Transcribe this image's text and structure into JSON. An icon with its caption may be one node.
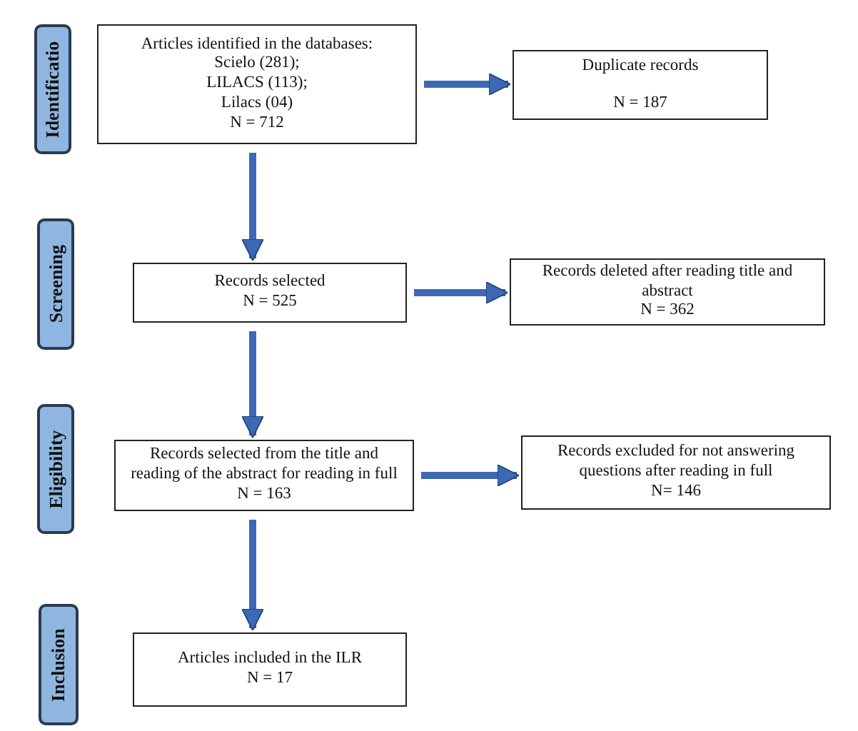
{
  "diagram": {
    "nodes": [
      {
        "text": [
          "Identificatio"
        ]
      },
      {
        "text": [
          "Articles identified in the databases:",
          "Scielo (281);",
          "LILACS (113);",
          "Lilacs (04)",
          "N = 712"
        ]
      },
      {
        "text": [
          "Duplicate records",
          "N = 187"
        ]
      },
      {
        "text": [
          "Screening"
        ]
      },
      {
        "text": [
          "Records selected",
          "N = 525"
        ]
      },
      {
        "text": [
          "Records deleted after reading title and abstract",
          "N = 362"
        ]
      },
      {
        "text": [
          "Eligibility"
        ]
      },
      {
        "text": [
          "Records selected from the title and reading of the abstract for reading in full",
          "N = 163"
        ]
      },
      {
        "text": [
          "Records excluded for not answering questions after reading in full",
          "N= 146"
        ]
      },
      {
        "text": [
          "Inclusion"
        ]
      },
      {
        "text": [
          "Articles included in the ILR",
          "N = 17"
        ]
      }
    ],
    "edges": [
      {
        "from": 1,
        "to": 2,
        "arrow": "to"
      },
      {
        "from": 1,
        "to": 4,
        "arrow": "to"
      },
      {
        "from": 4,
        "to": 5,
        "arrow": "to"
      },
      {
        "from": 4,
        "to": 7,
        "arrow": "to"
      },
      {
        "from": 7,
        "to": 8,
        "arrow": "to"
      },
      {
        "from": 7,
        "to": 10,
        "arrow": "to"
      }
    ]
  }
}
